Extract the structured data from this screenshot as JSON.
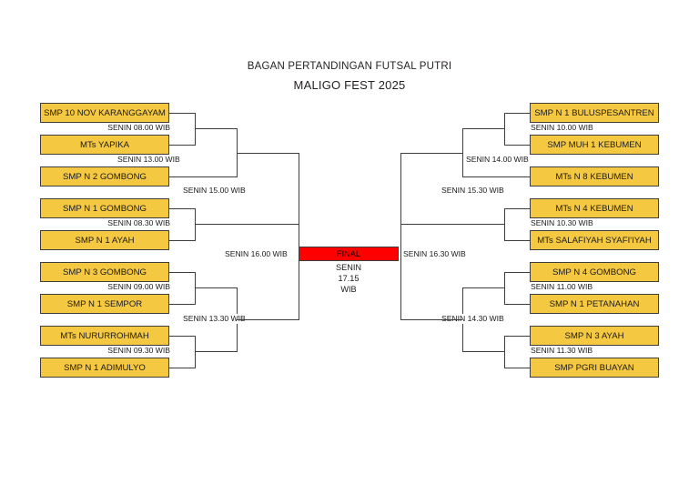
{
  "header": {
    "title": "BAGAN PERTANDINGAN FUTSAL PUTRI",
    "subtitle": "MALIGO FEST 2025"
  },
  "colors": {
    "team_fill": "#f5c842",
    "final_fill": "#fe0000",
    "line": "#3d3d3d",
    "text": "#1a1a1a",
    "background": "#ffffff"
  },
  "left_bracket": {
    "teams": [
      {
        "name": "SMP 10 NOV KARANGGAYAM"
      },
      {
        "name": "MTs YAPIKA"
      },
      {
        "name": "SMP N 2 GOMBONG"
      },
      {
        "name": "SMP N 1 GOMBONG"
      },
      {
        "name": "SMP N 1 AYAH"
      },
      {
        "name": "SMP N 3 GOMBONG"
      },
      {
        "name": "SMP N 1 SEMPOR"
      },
      {
        "name": "MTs NURURROHMAH"
      },
      {
        "name": "SMP N 1 ADIMULYO"
      }
    ],
    "round1_times": [
      "SENIN 08.00 WIB",
      "SENIN 08.30 WIB",
      "SENIN 09.00 WIB",
      "SENIN 09.30 WIB"
    ],
    "round2_times": [
      "SENIN 13.00 WIB",
      "SENIN 13.30 WIB"
    ],
    "round3_time": "SENIN 15.00 WIB",
    "semifinal_time": "SENIN 16.00 WIB"
  },
  "right_bracket": {
    "teams": [
      {
        "name": "SMP N 1 BULUSPESANTREN"
      },
      {
        "name": "SMP MUH 1 KEBUMEN"
      },
      {
        "name": "MTs N 8 KEBUMEN"
      },
      {
        "name": "MTs N 4 KEBUMEN"
      },
      {
        "name": "MTs SALAFIYAH SYAFI'IYAH"
      },
      {
        "name": "SMP N 4 GOMBONG"
      },
      {
        "name": "SMP N 1 PETANAHAN"
      },
      {
        "name": "SMP N 3 AYAH"
      },
      {
        "name": "SMP PGRI BUAYAN"
      }
    ],
    "round1_times": [
      "SENIN 10.00 WIB",
      "SENIN 10.30 WIB",
      "SENIN 11.00 WIB",
      "SENIN 11.30 WIB"
    ],
    "round2_times": [
      "SENIN 14.00 WIB",
      "SENIN 14.30 WIB"
    ],
    "round3_time": "SENIN 15.30 WIB",
    "semifinal_time": "SENIN 16.30 WIB"
  },
  "final": {
    "label": "FINAL",
    "day": "SENIN",
    "time": "17.15",
    "timezone": "WIB"
  }
}
